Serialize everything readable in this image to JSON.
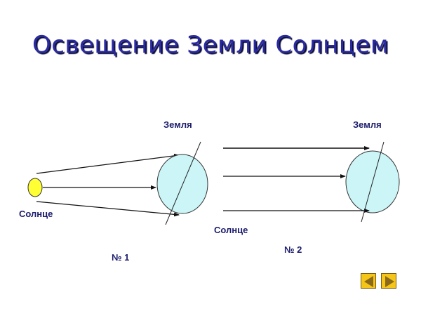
{
  "slide": {
    "title": "Освещение Земли Солнцем"
  },
  "diagram_1": {
    "earth_label": "Земля",
    "sun_label": "Солнце",
    "caption": "№ 1"
  },
  "diagram_2": {
    "earth_label": "Земля",
    "sun_label": "Солнце",
    "caption": "№ 2"
  },
  "navigation": {
    "prev_icon": "triangle-left",
    "next_icon": "triangle-right"
  },
  "colors": {
    "title": "#2a2aa0",
    "label": "#1c1c6c",
    "sun_fill": "#ffff33",
    "earth_fill": "#ccf5f8",
    "nav_button": "#f5c518",
    "nav_arrow": "#8a6a1a"
  }
}
